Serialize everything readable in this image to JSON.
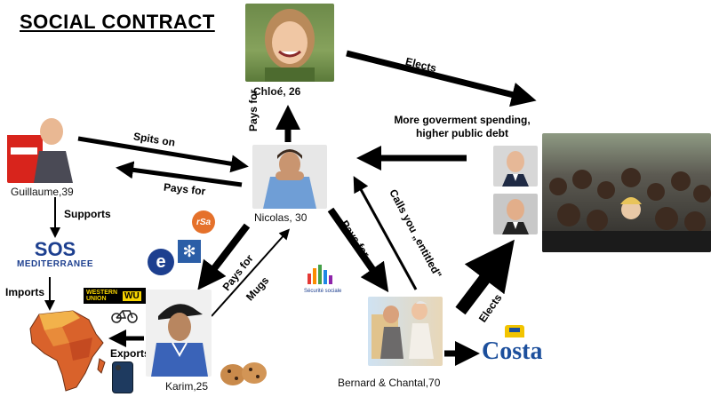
{
  "title": "SOCIAL CONTRACT",
  "people": {
    "chloe": "Chloé, 26",
    "nicolas": "Nicolas, 30",
    "guillaume": "Guillaume,39",
    "karim": "Karim,25",
    "bernard_chantal": "Bernard & Chantal,70"
  },
  "arrows": {
    "elects_top": "Elects",
    "elects_bottom": "Elects",
    "spending": "More goverment spending,\nhigher public debt",
    "spits_on": "Spits on",
    "pays_for_guillaume": "Pays for",
    "pays_for_chloe": "Pays for",
    "pays_for_karim": "Pays for",
    "mugs": "Mugs",
    "pays_for_bernard": "Pays for",
    "calls_entitled": "Calls you „entitled\"",
    "supports": "Supports",
    "imports": "Imports",
    "exports": "Exports"
  },
  "logos": {
    "sos_top": "SOS",
    "sos_bottom": "MEDITERRANEE",
    "western_union_top": "WESTERN",
    "western_union_bottom": "UNION",
    "wu": "WU",
    "rsa": "rSa",
    "securite": "Sécurité sociale",
    "costa": "Costa",
    "pole_emploi": "e"
  },
  "colors": {
    "arrow": "#000000",
    "africa": "#d9622b",
    "costa_blue": "#1c4f9c",
    "costa_yellow": "#f2c400",
    "western_union_yellow": "#f6d300"
  }
}
